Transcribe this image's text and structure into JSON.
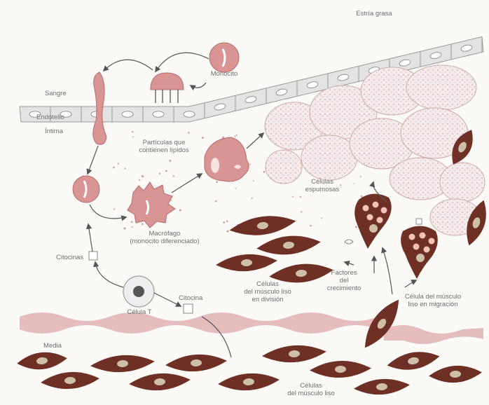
{
  "colors": {
    "background": "#fbfaf6",
    "endothelium_fill": "#e3e3e3",
    "endothelium_stroke": "#9a9a9a",
    "pink_cell": "#d99494",
    "pink_cell_dark": "#b86a6a",
    "foam_cell": "#f4ecec",
    "foam_dots": "#d8a0a0",
    "smooth_muscle": "#6e2f24",
    "smooth_muscle_nucleus": "#cdbfa8",
    "elastic_lamina": "#e0b2b2",
    "label_text": "#6d6d6d",
    "arrow": "#555555"
  },
  "labels": {
    "fatty_streak": "Estría grasa",
    "monocyte": "Monocito",
    "blood": "Sangre",
    "endothelium": "Endotelio",
    "intima": "Íntima",
    "lipid_particles": [
      "Partículas que",
      "contienen lípidos"
    ],
    "foam_cells": [
      "Células",
      "espumosas"
    ],
    "macrophage": [
      "Macrófago",
      "(monocito diferenciado)"
    ],
    "chemokines": "Citocinas",
    "t_cell": "Célula T",
    "cytokine": "Citocina",
    "dividing_smc": [
      "Células",
      "del músculo liso",
      "en división"
    ],
    "growth_factors": [
      "Factores",
      "del",
      "crecimiento"
    ],
    "migrating_smc": [
      "Célula del músculo",
      "liso en migración"
    ],
    "media": "Media",
    "smooth_muscle_cells": [
      "Células",
      "del músculo liso"
    ]
  }
}
